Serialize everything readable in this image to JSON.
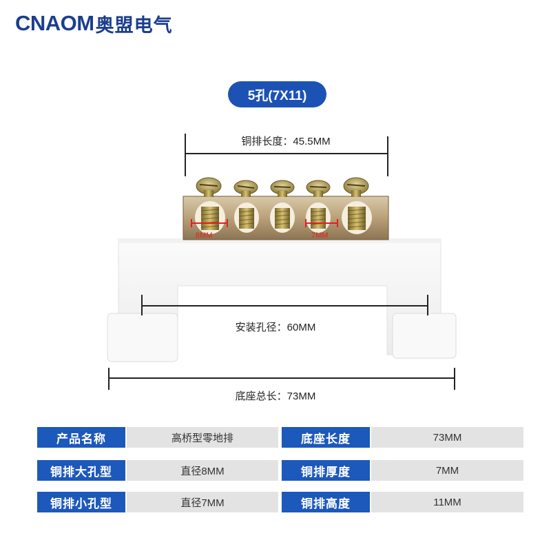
{
  "brand": {
    "latin": "CNAOM",
    "chinese": "奥盟电气"
  },
  "spec_title": "5孔(7X11)",
  "dimensions": {
    "bar_length": "铜排长度：45.5MM",
    "big_hole": "8MM",
    "small_hole": "7MM",
    "mount_spacing": "安装孔径：60MM",
    "base_length": "底座总长：73MM"
  },
  "colors": {
    "brand": "#1b3e8e",
    "accent": "#1c52b4",
    "table_value_bg": "#e3e3e3",
    "hole_mark": "#e02020"
  },
  "specs": [
    {
      "label": "产品名称",
      "value": "高桥型零地排"
    },
    {
      "label": "底座长度",
      "value": "73MM"
    },
    {
      "label": "铜排大孔型",
      "value": "直径8MM"
    },
    {
      "label": "铜排厚度",
      "value": "7MM"
    },
    {
      "label": "铜排小孔型",
      "value": "直径7MM"
    },
    {
      "label": "铜排高度",
      "value": "11MM"
    }
  ]
}
